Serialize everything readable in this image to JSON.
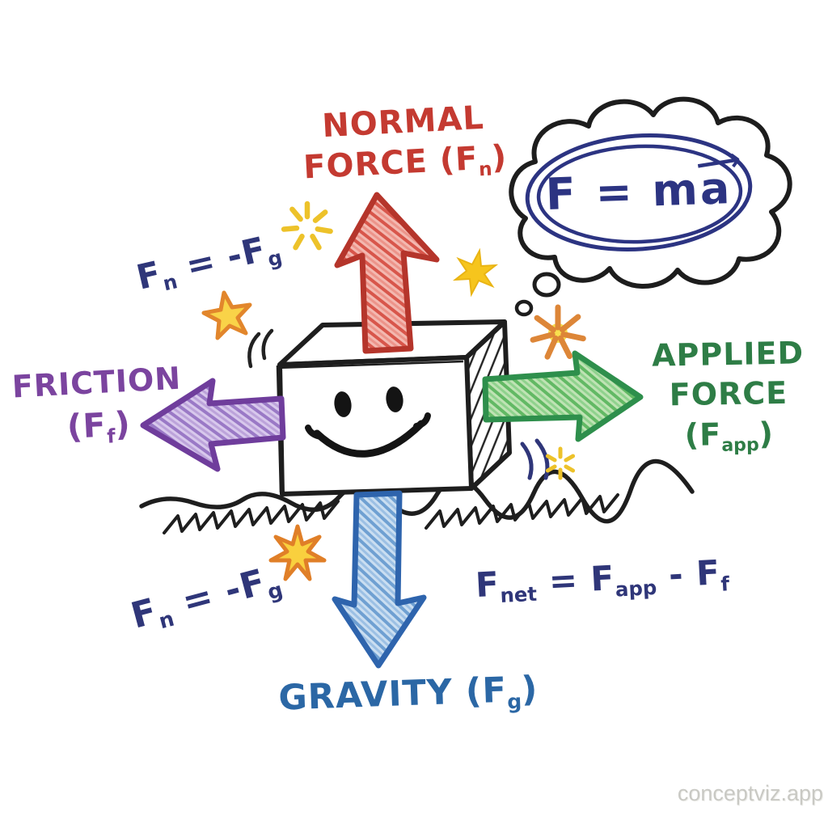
{
  "colors": {
    "normal_force_red": "#c43a31",
    "gravity_blue": "#2b67a5",
    "friction_purple": "#7b449f",
    "applied_green": "#2e7d46",
    "equation_navy": "#2f3679",
    "formula_navy": "#2c3482",
    "star_yellow": "#f2c41d",
    "star_orange": "#e0862a",
    "ink_black": "#1e1e1e",
    "watermark_gray": "#c9c9c4"
  },
  "labels": {
    "normal_force": {
      "line1": "NORMAL",
      "line2_pre": "FORCE (F",
      "line2_sub": "n",
      "line2_post": ")"
    },
    "friction": {
      "line1": "FRICTION",
      "line2_pre": "(F",
      "line2_sub": "f",
      "line2_post": ")"
    },
    "applied_force": {
      "line1": "APPLIED",
      "line2": "FORCE",
      "line3_pre": "(F",
      "line3_sub": "app",
      "line3_post": ")"
    },
    "gravity": {
      "pre": "GRAVITY (F",
      "sub": "g",
      "post": ")"
    }
  },
  "equations": {
    "normal_equals_gravity_top": {
      "f1": "F",
      "sub1": "n",
      "mid": " = -F",
      "sub2": "g"
    },
    "normal_equals_gravity_bottom": {
      "f1": "F",
      "sub1": "n",
      "mid": " = -F",
      "sub2": "g"
    },
    "net_force": {
      "f1": "F",
      "sub1": "net",
      "mid1": " = F",
      "sub2": "app",
      "mid2": " - F",
      "sub3": "f"
    }
  },
  "thought_bubble": {
    "formula_pre": "F = m",
    "vector_var": "a",
    "vector_arrow": "⟶"
  },
  "watermark": {
    "text": "conceptviz.app"
  },
  "icons": {
    "sparkle_star": "radiating-dashes",
    "six_point_star": "filled-star",
    "burst_star": "spike-burst-with-yellow-core",
    "five_point_star": "orange-outline-yellow-fill",
    "seven_point_star": "orange-outline-yellow-fill",
    "thought_bubble": "cloud-with-tail-circles",
    "face": "smiley-face"
  }
}
